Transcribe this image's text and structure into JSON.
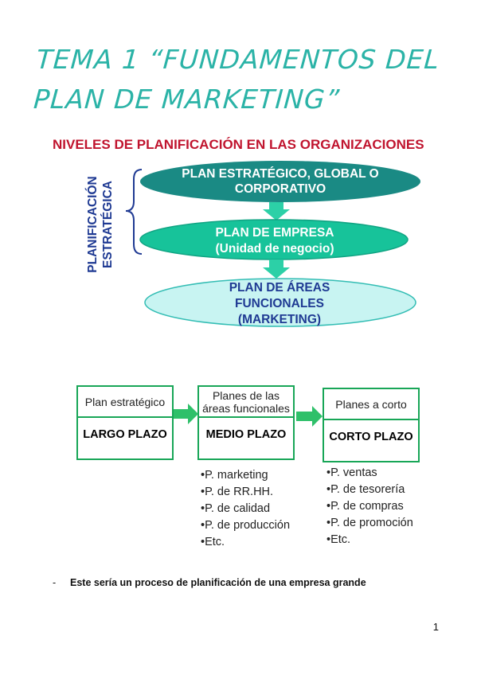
{
  "title": {
    "line1": "TEMA 1 “FUNDAMENTOS DEL",
    "line2": "PLAN DE MARKETING”"
  },
  "diagram1": {
    "heading": "NIVELES DE PLANIFICACIÓN EN LAS ORGANIZACIONES",
    "side_label": "PLANIFICACIÓN ESTRATÉGICA",
    "level1": "PLAN ESTRATÉGICO, GLOBAL O CORPORATIVO",
    "level2_line1": "PLAN DE EMPRESA",
    "level2_line2": "(Unidad de negocio)",
    "level3_line1": "PLAN DE ÁREAS",
    "level3_line2": "FUNCIONALES",
    "level3_line3": "(MARKETING)",
    "colors": {
      "level1_fill": "#1a8a84",
      "level2_fill": "#17c39a",
      "level3_fill": "#c8f4f2",
      "arrow": "#2cd0a7",
      "heading": "#c0142e",
      "side_label": "#1f3a93"
    }
  },
  "diagram2": {
    "boxes": [
      {
        "top": "Plan estratégico",
        "bottom": "LARGO PLAZO"
      },
      {
        "top": "Planes de las áreas funcionales",
        "bottom": "MEDIO PLAZO"
      },
      {
        "top": "Planes a corto",
        "bottom": "CORTO PLAZO"
      }
    ],
    "medio_list": [
      "•P. marketing",
      "•P. de RR.HH.",
      "•P. de calidad",
      "•P. de producción",
      "•Etc."
    ],
    "corto_list": [
      "•P. ventas",
      "•P. de tesorería",
      "•P. de compras",
      "•P. de promoción",
      "•Etc."
    ],
    "colors": {
      "border": "#18a657",
      "arrow": "#2fc06a"
    }
  },
  "note": {
    "dash": "-",
    "text": "Este sería un proceso de planificación de una empresa grande"
  },
  "page_number": "1"
}
